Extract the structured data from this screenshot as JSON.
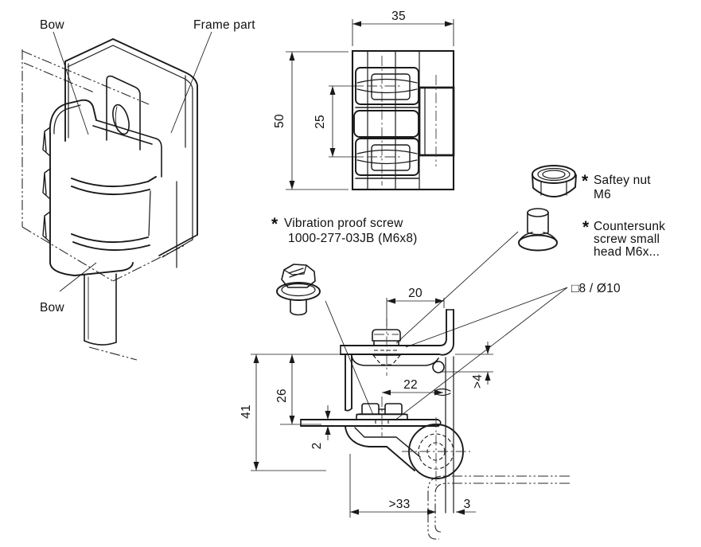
{
  "drawing": {
    "background": "#ffffff",
    "ink": "#1a1a1a",
    "iso_labels": {
      "bow_top": "Bow",
      "frame_part": "Frame part",
      "bow_bottom": "Bow"
    },
    "front_view_dims": {
      "width": "35",
      "height": "50",
      "pitch": "25"
    },
    "section_dims": {
      "top_offset": "20",
      "nut_offset": "22",
      "inner_height": "26",
      "overall_height": "41",
      "plate_thickness": "2",
      "gap": ">4",
      "min_clearance": ">33",
      "frame_thickness": "3"
    },
    "notes": {
      "vibration_screw": {
        "star": "*",
        "line1": "Vibration proof screw",
        "line2": "1000-277-03JB (M6x8)"
      },
      "safety_nut": {
        "star": "*",
        "line1": "Saftey nut",
        "line2": "M6"
      },
      "countersunk_screw": {
        "star": "*",
        "line1": "Countersunk",
        "line2": "screw small",
        "line3": "head M6x..."
      },
      "hole_spec": "□8 / Ø10"
    }
  }
}
